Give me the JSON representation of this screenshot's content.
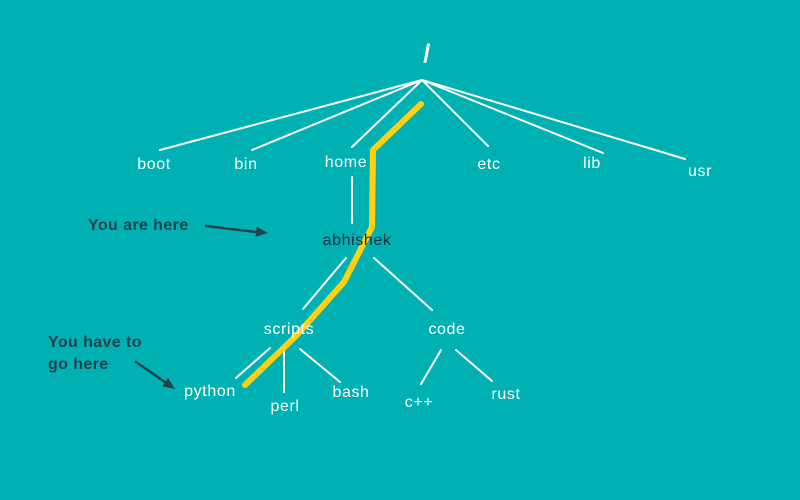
{
  "colors": {
    "background": "#00b1b4",
    "tree_line": "#ffffff",
    "highlight_path_color": "#ffd10e",
    "label_light": "#ffffff",
    "label_dark": "#12313a",
    "annotation_color": "#23424b"
  },
  "nodes": {
    "root": "/",
    "boot": "boot",
    "bin": "bin",
    "home": "home",
    "etc": "etc",
    "lib": "lib",
    "usr": "usr",
    "abhishek": "abhishek",
    "scripts": "scripts",
    "code": "code",
    "python": "python",
    "perl": "perl",
    "bash": "bash",
    "cpp": "c++",
    "rust": "rust"
  },
  "edges": [
    [
      "/",
      "boot"
    ],
    [
      "/",
      "bin"
    ],
    [
      "/",
      "home"
    ],
    [
      "/",
      "etc"
    ],
    [
      "/",
      "lib"
    ],
    [
      "/",
      "usr"
    ],
    [
      "home",
      "abhishek"
    ],
    [
      "abhishek",
      "scripts"
    ],
    [
      "abhishek",
      "code"
    ],
    [
      "scripts",
      "python"
    ],
    [
      "scripts",
      "perl"
    ],
    [
      "scripts",
      "bash"
    ],
    [
      "code",
      "c++"
    ],
    [
      "code",
      "rust"
    ]
  ],
  "highlight_path": [
    "/",
    "home",
    "abhishek",
    "scripts",
    "python"
  ],
  "annotations": {
    "you_are_here": {
      "text": "You are here",
      "points_to": "abhishek"
    },
    "go_here": {
      "line1": "You have to",
      "line2": "go here",
      "points_to": "python"
    }
  }
}
